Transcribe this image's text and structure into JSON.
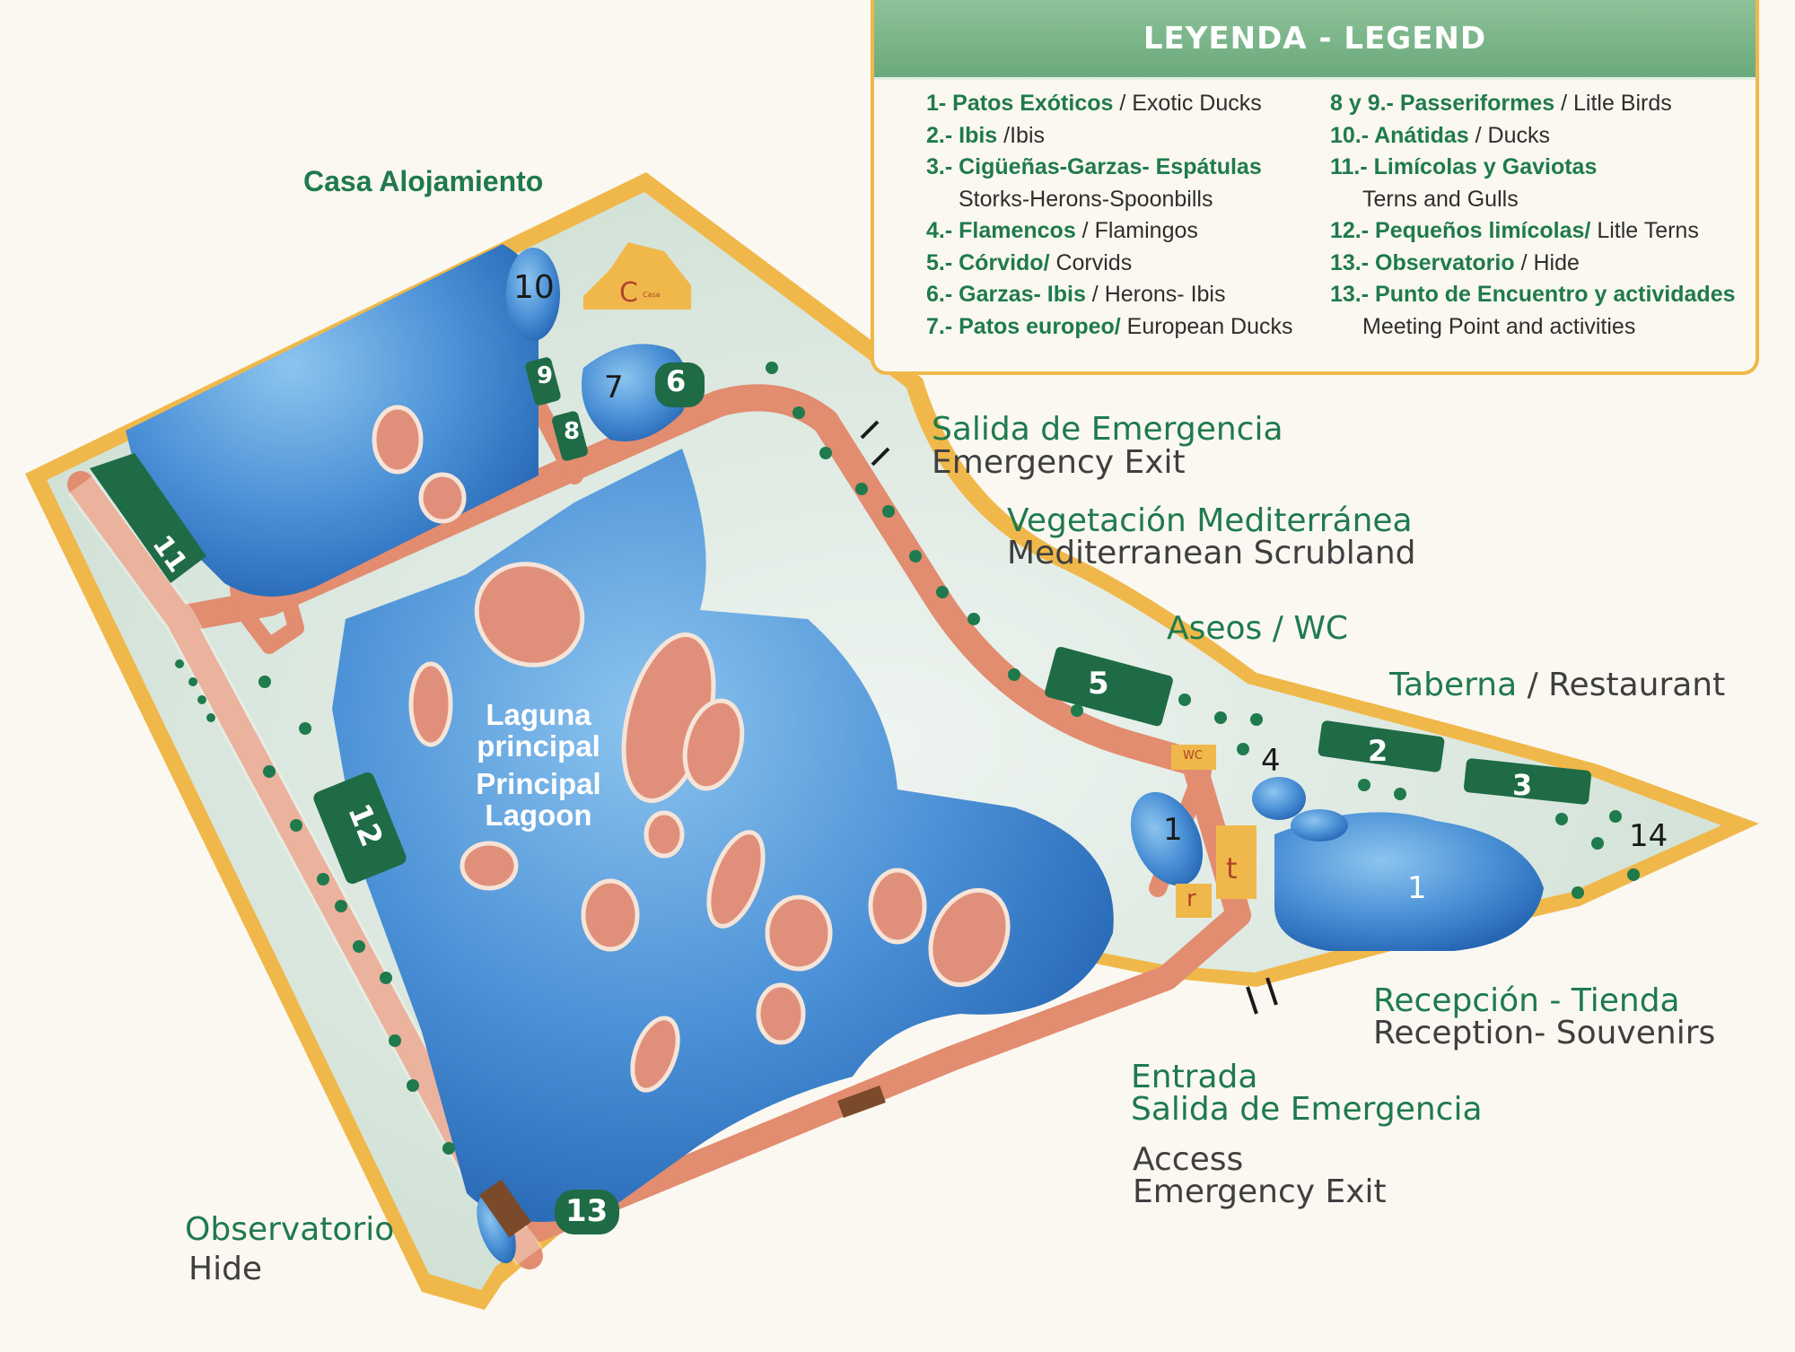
{
  "legend": {
    "title": "LEYENDA - LEGEND",
    "left_column": [
      {
        "es": "1- Patos Exóticos",
        "sep": " / ",
        "en": "Exotic Ducks"
      },
      {
        "es": "2.- Ibis",
        "sep": " /",
        "en": "Ibis"
      },
      {
        "es": "3.- Cigüeñas-Garzas- Espátulas",
        "sep": "",
        "en": ""
      },
      {
        "sub": "Storks-Herons-Spoonbills"
      },
      {
        "es": "4.- Flamencos",
        "sep": " / ",
        "en": "Flamingos"
      },
      {
        "es": "5.- Córvido/",
        "sep": " ",
        "en": "Corvids"
      },
      {
        "es": "6.- Garzas- Ibis",
        "sep": " / ",
        "en": "Herons- Ibis"
      },
      {
        "es": "7.- Patos europeo/",
        "sep": " ",
        "en": "European Ducks"
      }
    ],
    "right_column": [
      {
        "es": "8 y 9.- Passeriformes",
        "sep": " / ",
        "en": "Litle Birds"
      },
      {
        "es": "10.- Anátidas",
        "sep": " / ",
        "en": "Ducks"
      },
      {
        "es": "11.- Limícolas y Gaviotas",
        "sep": "",
        "en": ""
      },
      {
        "sub": "Terns  and Gulls"
      },
      {
        "es": "12.- Pequeños limícolas/",
        "sep": " ",
        "en": "Litle Terns"
      },
      {
        "es": "13.- Observatorio",
        "sep": " / ",
        "en": "Hide"
      },
      {
        "es": "13.- Punto de Encuentro y actividades",
        "sep": "",
        "en": ""
      },
      {
        "sub": "Meeting Point and activities"
      }
    ]
  },
  "labels": {
    "casa_alojamiento": "Casa Alojamiento",
    "emergency_es": "Salida de Emergencia",
    "emergency_en": "Emergency Exit",
    "vegetation_es": "Vegetación Mediterránea",
    "vegetation_en": "Mediterranean Scrubland",
    "wc": "Aseos / WC",
    "tavern_es": "Taberna",
    "tavern_sep": " / ",
    "tavern_en": "Restaurant",
    "reception_es": "Recepción - Tienda",
    "reception_en": "Reception- Souvenirs",
    "entrance_es_1": "Entrada",
    "entrance_es_2": "Salida de Emergencia",
    "entrance_en_1": "Access",
    "entrance_en_2": "Emergency Exit",
    "hide_es": "Observatorio",
    "hide_en": "Hide",
    "lagoon_es_1": "Laguna",
    "lagoon_es_2": "principal",
    "lagoon_en_1": "Principal",
    "lagoon_en_2": "Lagoon"
  },
  "map_marks": {
    "zone_2": "2",
    "zone_3": "3",
    "zone_5": "5",
    "zone_6": "6",
    "zone_8": "8",
    "zone_9": "9",
    "zone_11": "11",
    "zone_12": "12",
    "zone_13": "13",
    "pond_1_small": "1",
    "pond_1_large": "1",
    "pond_7": "7",
    "pond_10": "10",
    "mark_4": "4",
    "mark_14": "14",
    "casa_letter": "C",
    "casa_small": "Casa",
    "building_t": "t",
    "building_r": "r",
    "building_wc": "WC"
  },
  "colors": {
    "park_border": "#f0b84a",
    "grass": "#d9e6df",
    "path": "#e28c70",
    "water": "#3f86cf",
    "island": "#e0907a",
    "zone_green": "#1e6b45",
    "building": "#f0b84a",
    "text_green": "#1f7a4d",
    "text_grey": "#3f3f3f"
  }
}
